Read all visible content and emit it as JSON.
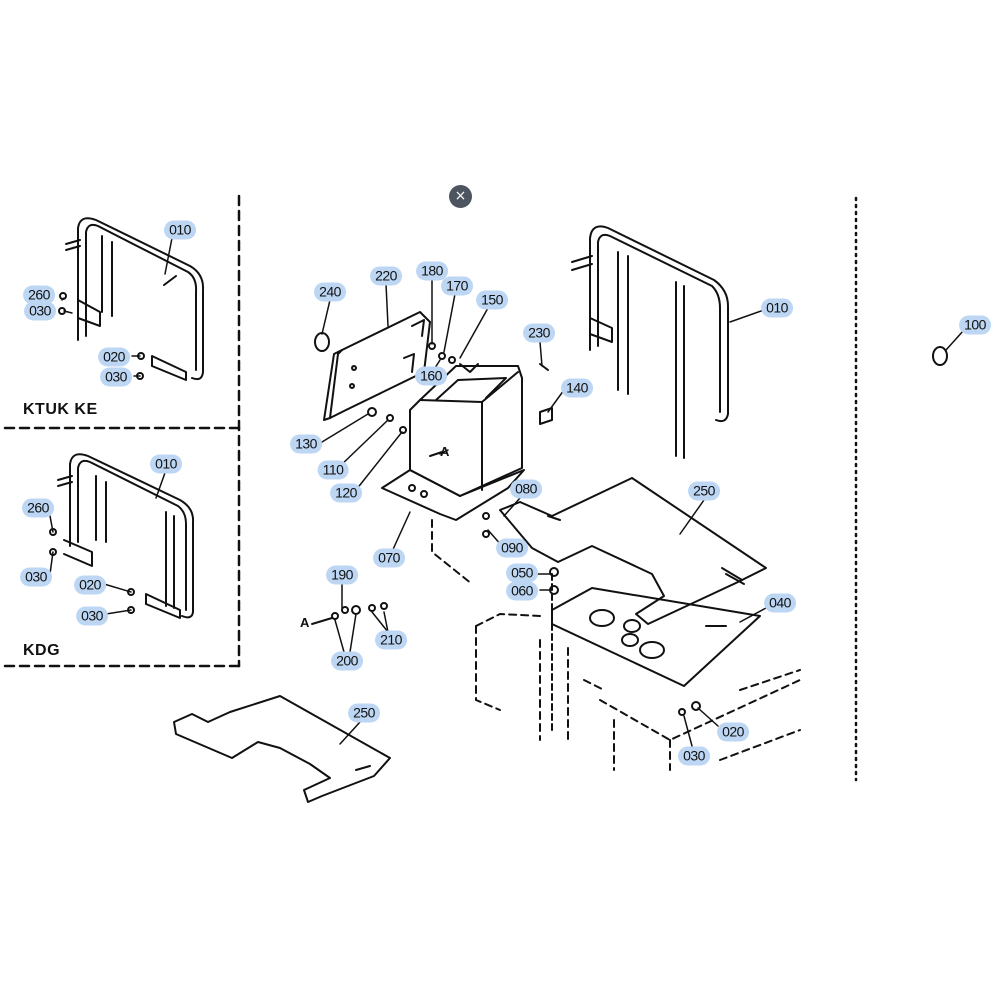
{
  "diagram": {
    "variant_labels": {
      "top": "KTUK KE",
      "bottom": "KDG"
    },
    "detail_marker": "A",
    "close_symbol": "×",
    "callouts": [
      {
        "id": "c010a",
        "text": "010"
      },
      {
        "id": "c260a",
        "text": "260"
      },
      {
        "id": "c030a",
        "text": "030"
      },
      {
        "id": "c020a",
        "text": "020"
      },
      {
        "id": "c030b",
        "text": "030"
      },
      {
        "id": "c010b",
        "text": "010"
      },
      {
        "id": "c260b",
        "text": "260"
      },
      {
        "id": "c030c",
        "text": "030"
      },
      {
        "id": "c020b",
        "text": "020"
      },
      {
        "id": "c030d",
        "text": "030"
      },
      {
        "id": "c240",
        "text": "240"
      },
      {
        "id": "c220",
        "text": "220"
      },
      {
        "id": "c180",
        "text": "180"
      },
      {
        "id": "c170",
        "text": "170"
      },
      {
        "id": "c150",
        "text": "150"
      },
      {
        "id": "c160",
        "text": "160"
      },
      {
        "id": "c230",
        "text": "230"
      },
      {
        "id": "c140",
        "text": "140"
      },
      {
        "id": "c130",
        "text": "130"
      },
      {
        "id": "c110",
        "text": "110"
      },
      {
        "id": "c120",
        "text": "120"
      },
      {
        "id": "c070",
        "text": "070"
      },
      {
        "id": "c080",
        "text": "080"
      },
      {
        "id": "c090",
        "text": "090"
      },
      {
        "id": "c250a",
        "text": "250"
      },
      {
        "id": "c010c",
        "text": "010"
      },
      {
        "id": "c100",
        "text": "100"
      },
      {
        "id": "c050",
        "text": "050"
      },
      {
        "id": "c060",
        "text": "060"
      },
      {
        "id": "c040",
        "text": "040"
      },
      {
        "id": "c190",
        "text": "190"
      },
      {
        "id": "c210",
        "text": "210"
      },
      {
        "id": "c200",
        "text": "200"
      },
      {
        "id": "c250b",
        "text": "250"
      },
      {
        "id": "c020c",
        "text": "020"
      },
      {
        "id": "c030e",
        "text": "030"
      }
    ]
  }
}
